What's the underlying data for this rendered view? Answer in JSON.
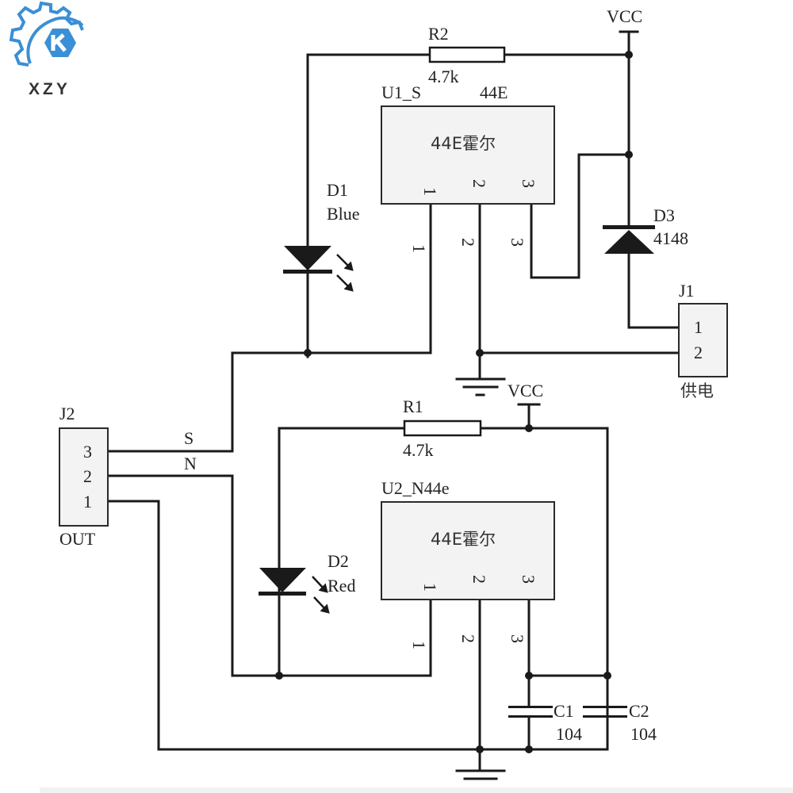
{
  "logo": {
    "text": "XZY",
    "icon": "gear-hexagon-k-logo",
    "color": "#3a8fd6"
  },
  "schematic": {
    "power": {
      "vcc_top": "VCC",
      "vcc_bottom": "VCC"
    },
    "resistors": [
      {
        "ref": "R2",
        "value": "4.7k"
      },
      {
        "ref": "R1",
        "value": "4.7k"
      }
    ],
    "hall_sensors": [
      {
        "ref": "U1_S",
        "part": "44E",
        "body_label": "44E霍尔",
        "pins": [
          "1",
          "2",
          "3"
        ]
      },
      {
        "ref": "U2_N44e",
        "part": "",
        "body_label": "44E霍尔",
        "pins": [
          "1",
          "2",
          "3"
        ]
      }
    ],
    "leds": [
      {
        "ref": "D1",
        "value": "Blue"
      },
      {
        "ref": "D2",
        "value": "Red"
      }
    ],
    "diode": {
      "ref": "D3",
      "value": "4148"
    },
    "connectors": {
      "j1": {
        "ref": "J1",
        "pins": [
          "1",
          "2"
        ],
        "caption": "供电"
      },
      "j2": {
        "ref": "J2",
        "pins": [
          "3",
          "2",
          "1"
        ],
        "caption": "OUT"
      }
    },
    "net_labels": {
      "s": "S",
      "n": "N"
    },
    "capacitors": [
      {
        "ref": "C1",
        "value": "104"
      },
      {
        "ref": "C2",
        "value": "104"
      }
    ]
  }
}
